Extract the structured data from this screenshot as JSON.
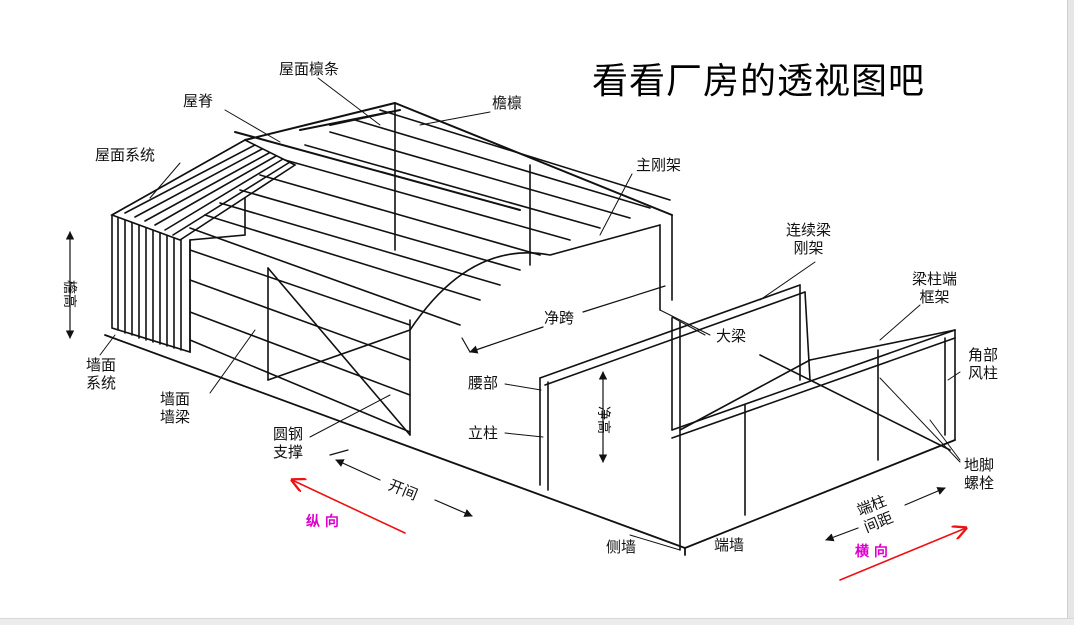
{
  "title": "看看厂房的透视图吧",
  "colors": {
    "arrow": "#ee1111",
    "direction_label": "#dd00cc",
    "line": "#111111"
  },
  "labels": {
    "roof_purlin": "屋面檩条",
    "ridge": "屋脊",
    "eave_purlin": "檐檩",
    "roof_system": "屋面系统",
    "main_frame": "主刚架",
    "continuous_beam_frame": "连续梁\n刚架",
    "beam_column_end_frame": "梁柱端\n框架",
    "eave_height": "檐高",
    "clear_span": "净跨",
    "girder": "大梁",
    "corner_wind_column": "角部\n风柱",
    "wall_system": "墙面\n系统",
    "wall_girt": "墙面\n墙梁",
    "knee": "腰部",
    "clear_height": "净高",
    "column": "立柱",
    "round_steel_brace": "圆钢\n支撑",
    "anchor_bolt": "地脚\n螺栓",
    "bay": "开间",
    "end_column_spacing": "端柱\n间距",
    "longitudinal": "纵 向",
    "transverse": "横 向",
    "side_wall": "侧墙",
    "end_wall": "端墙"
  }
}
